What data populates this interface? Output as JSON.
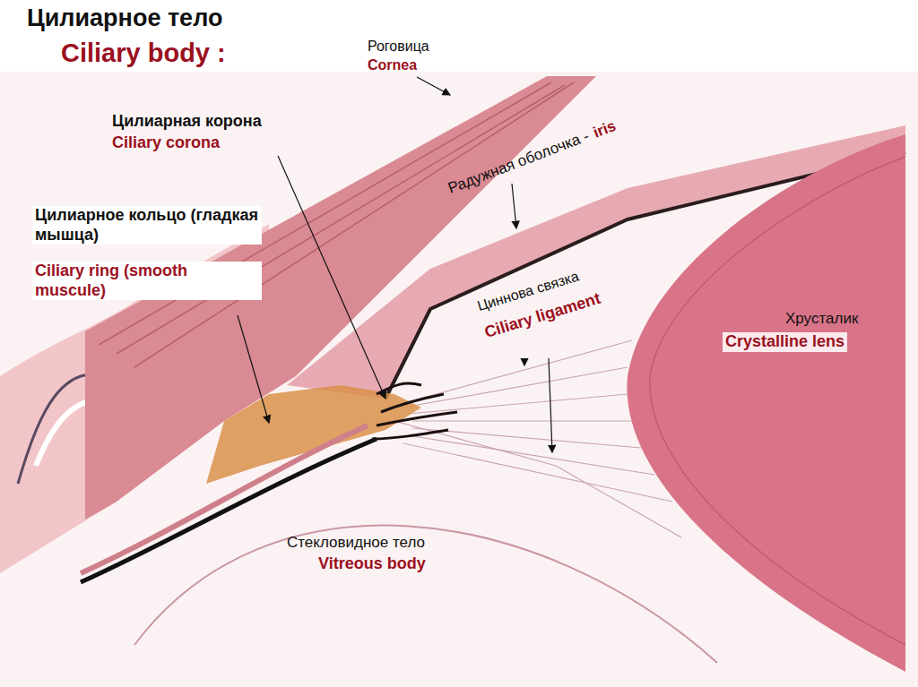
{
  "diagram": {
    "title": "Цилиарное тело",
    "labels": [
      "Ciliary body :",
      "Роговица",
      "Cornea",
      "Цилиарная корона",
      "Ciliary corona",
      "Цилиарное кольцо (гладкая мышца)",
      "Ciliary ring (smooth muscule)",
      "Радужная оболочка -",
      "iris",
      "Циннова связка",
      "Ciliary ligament",
      "Хрусталик",
      "Crystalline lens",
      "Стекловидное тело",
      "Vitreous body"
    ]
  }
}
